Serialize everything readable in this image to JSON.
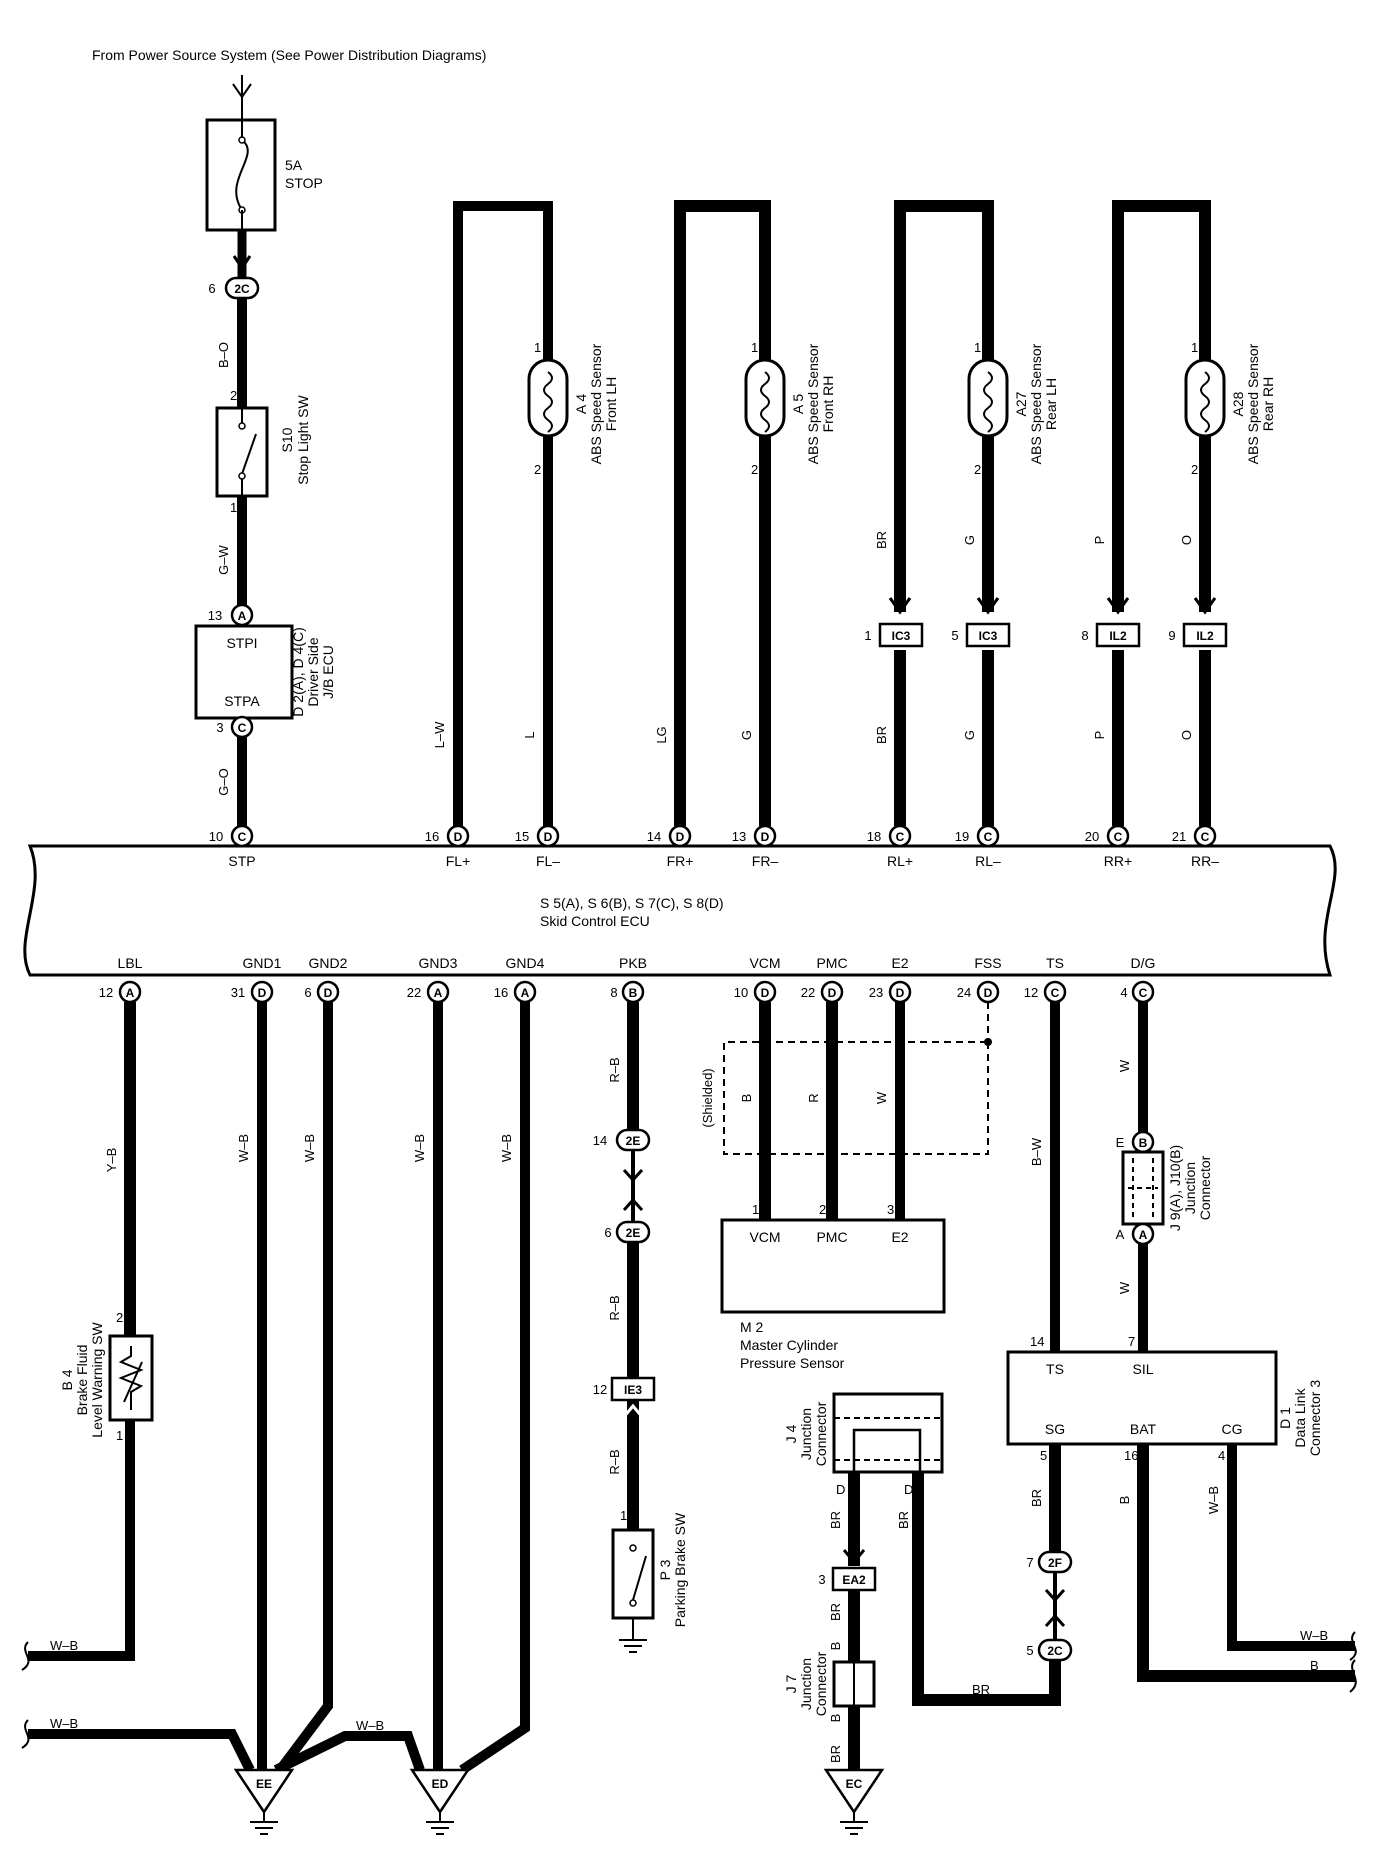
{
  "source": "From Power Source System (See Power Distribution Diagrams)",
  "fuse": {
    "rating": "5A",
    "name": "STOP"
  },
  "ecu": {
    "codes": "S 5(A), S 6(B), S 7(C), S 8(D)",
    "name": "Skid Control ECU"
  },
  "top_terminals": [
    {
      "id": "stp",
      "pin": "10",
      "conn": "C",
      "label": "STP"
    },
    {
      "id": "fl-plus",
      "pin": "16",
      "conn": "D",
      "label": "FL+"
    },
    {
      "id": "fl-minus",
      "pin": "15",
      "conn": "D",
      "label": "FL–"
    },
    {
      "id": "fr-plus",
      "pin": "14",
      "conn": "D",
      "label": "FR+"
    },
    {
      "id": "fr-minus",
      "pin": "13",
      "conn": "D",
      "label": "FR–"
    },
    {
      "id": "rl-plus",
      "pin": "18",
      "conn": "C",
      "label": "RL+"
    },
    {
      "id": "rl-minus",
      "pin": "19",
      "conn": "C",
      "label": "RL–"
    },
    {
      "id": "rr-plus",
      "pin": "20",
      "conn": "C",
      "label": "RR+"
    },
    {
      "id": "rr-minus",
      "pin": "21",
      "conn": "C",
      "label": "RR–"
    }
  ],
  "bottom_terminals": [
    {
      "id": "lbl",
      "pin": "12",
      "conn": "A",
      "label": "LBL"
    },
    {
      "id": "gnd1",
      "pin": "31",
      "conn": "D",
      "label": "GND1"
    },
    {
      "id": "gnd2",
      "pin": "6",
      "conn": "D",
      "label": "GND2"
    },
    {
      "id": "gnd3",
      "pin": "22",
      "conn": "A",
      "label": "GND3"
    },
    {
      "id": "gnd4",
      "pin": "16",
      "conn": "A",
      "label": "GND4"
    },
    {
      "id": "pkb",
      "pin": "8",
      "conn": "B",
      "label": "PKB"
    },
    {
      "id": "vcm",
      "pin": "10",
      "conn": "D",
      "label": "VCM"
    },
    {
      "id": "pmc",
      "pin": "22",
      "conn": "D",
      "label": "PMC"
    },
    {
      "id": "e2",
      "pin": "23",
      "conn": "D",
      "label": "E2"
    },
    {
      "id": "fss",
      "pin": "24",
      "conn": "D",
      "label": "FSS"
    },
    {
      "id": "ts",
      "pin": "12",
      "conn": "C",
      "label": "TS"
    },
    {
      "id": "dg",
      "pin": "4",
      "conn": "C",
      "label": "D/G"
    }
  ],
  "sensors": [
    {
      "id": "a4",
      "code": "A 4",
      "line1": "ABS Speed Sensor",
      "line2": "Front LH"
    },
    {
      "id": "a5",
      "code": "A 5",
      "line1": "ABS Speed Sensor",
      "line2": "Front RH"
    },
    {
      "id": "a27",
      "code": "A27",
      "line1": "ABS Speed Sensor",
      "line2": "Rear LH"
    },
    {
      "id": "a28",
      "code": "A28",
      "line1": "ABS Speed Sensor",
      "line2": "Rear RH"
    }
  ],
  "stop_light_sw": {
    "code": "S10",
    "name": "Stop Light SW"
  },
  "jb_ecu": {
    "code": "D 2(A), D 4(C)",
    "line1": "Driver Side",
    "line2": "J/B ECU",
    "t1": "STPI",
    "t2": "STPA"
  },
  "brake_fluid_sw": {
    "code": "B 4",
    "line1": "Brake Fluid",
    "line2": "Level Warning SW"
  },
  "parking_brake_sw": {
    "code": "P 3",
    "name": "Parking Brake SW"
  },
  "master_cyl": {
    "code": "M 2",
    "line1": "Master Cylinder",
    "line2": "Pressure Sensor",
    "t1": "VCM",
    "t2": "PMC",
    "t3": "E2"
  },
  "shielded": "(Shielded)",
  "jc_j9": {
    "code": "J 9(A), J10(B)",
    "line1": "Junction",
    "line2": "Connector"
  },
  "jc_j4": {
    "code": "J 4",
    "line1": "Junction",
    "line2": "Connector"
  },
  "jc_j7": {
    "code": "J 7",
    "line1": "Junction",
    "line2": "Connector"
  },
  "dlc": {
    "code": "D 1",
    "line1": "Data Link",
    "line2": "Connector 3",
    "ts": "TS",
    "sil": "SIL",
    "sg": "SG",
    "bat": "BAT",
    "cg": "CG"
  },
  "grounds": {
    "ee": "EE",
    "ed": "ED",
    "ec": "EC"
  },
  "inline": {
    "c2c": "2C",
    "c2e": "2E",
    "c2f": "2F",
    "ic3": "IC3",
    "il2": "IL2",
    "ie3": "IE3",
    "ea2": "EA2"
  },
  "wire_colors": {
    "b_o": "B–O",
    "g_w": "G–W",
    "g_o": "G–O",
    "l_w": "L–W",
    "l": "L",
    "lg": "LG",
    "g": "G",
    "br": "BR",
    "p": "P",
    "o": "O",
    "y_b": "Y–B",
    "w_b": "W–B",
    "r_b": "R–B",
    "b": "B",
    "r": "R",
    "w": "W",
    "b_w": "B–W",
    "d": "D"
  },
  "pins": {
    "p1": "1",
    "p2": "2",
    "p3": "3",
    "p4": "4",
    "p5": "5",
    "p6": "6",
    "p7": "7",
    "p8": "8",
    "p9": "9",
    "p10": "10",
    "p12": "12",
    "p13": "13",
    "p14": "14",
    "p16": "16",
    "ca": "A",
    "cb": "B",
    "cc": "C",
    "ce": "E"
  }
}
